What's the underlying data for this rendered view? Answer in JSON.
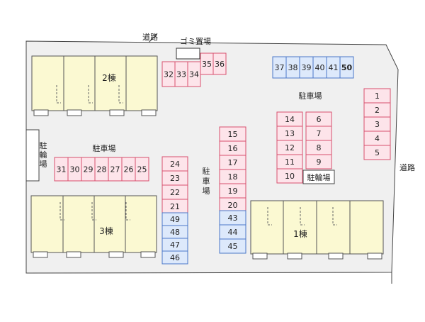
{
  "labels": {
    "road_top": "道路",
    "garbage": "ゴミ置場",
    "road_right": "道路",
    "parking_ne": "駐車場",
    "parking_w": "駐車場",
    "parking_center": "駐車場",
    "bike_w": "駐輪場",
    "bike_e": "駐輪場",
    "bldg_1": "1棟",
    "bldg_2": "2棟",
    "bldg_3": "3棟"
  },
  "spots": {
    "top_small_a": [
      "32",
      "33",
      "34"
    ],
    "top_small_b": [
      "35",
      "36"
    ],
    "top_right": [
      "37",
      "38",
      "39",
      "40",
      "41",
      "50"
    ],
    "right_col": [
      "1",
      "2",
      "3",
      "4",
      "5"
    ],
    "mid_left_col": [
      "14",
      "13",
      "12",
      "11",
      "10"
    ],
    "mid_right_col": [
      "6",
      "7",
      "8",
      "9"
    ],
    "center_red": [
      "15",
      "16",
      "17",
      "18",
      "19",
      "20"
    ],
    "center_blue": [
      "43",
      "44",
      "45"
    ],
    "west_row": [
      "31",
      "30",
      "29",
      "28",
      "27",
      "26",
      "25"
    ],
    "left_col_red": [
      "24",
      "23",
      "22",
      "21"
    ],
    "left_col_blue": [
      "49",
      "48",
      "47",
      "46"
    ]
  },
  "colors": {
    "spot_red_fill": "#fde4ea",
    "spot_red_stroke": "#d8506e",
    "spot_blue_fill": "#dde9fb",
    "spot_blue_stroke": "#4a78c8",
    "building_fill": "#fbf9d2",
    "lot_fill": "#f0f0f0"
  }
}
